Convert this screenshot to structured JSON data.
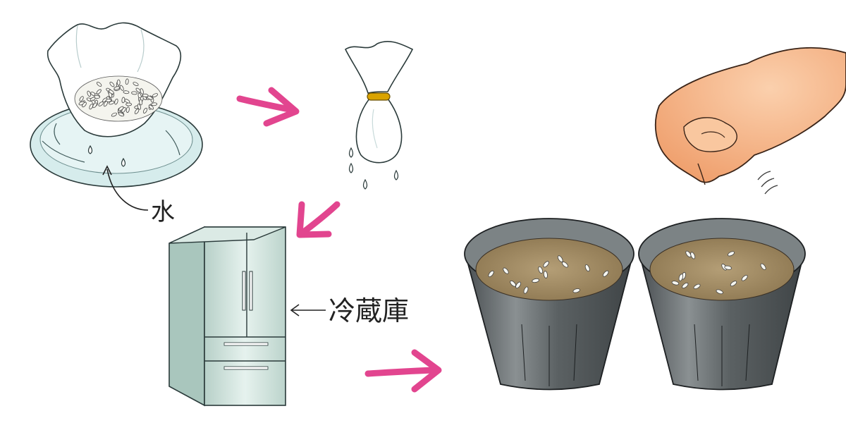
{
  "labels": {
    "water": "水",
    "fridge": "冷蔵庫"
  },
  "steps": [
    {
      "name": "soak-seeds-in-water"
    },
    {
      "name": "tie-and-drain-cloth"
    },
    {
      "name": "chill-in-refrigerator"
    },
    {
      "name": "sow-seeds-in-pots"
    }
  ],
  "colors": {
    "arrow": "#e2458f",
    "water": "#d6ecec",
    "cloth": "#ffffff",
    "fridge_body": "#cfe3dd",
    "pot": "#5e6466",
    "soil": "#a58f67",
    "skin": "#f6b98e",
    "band": "#d9a300"
  },
  "icons": [
    "arrow-icon",
    "water-drop-icon",
    "hand-icon",
    "seed-icon"
  ]
}
